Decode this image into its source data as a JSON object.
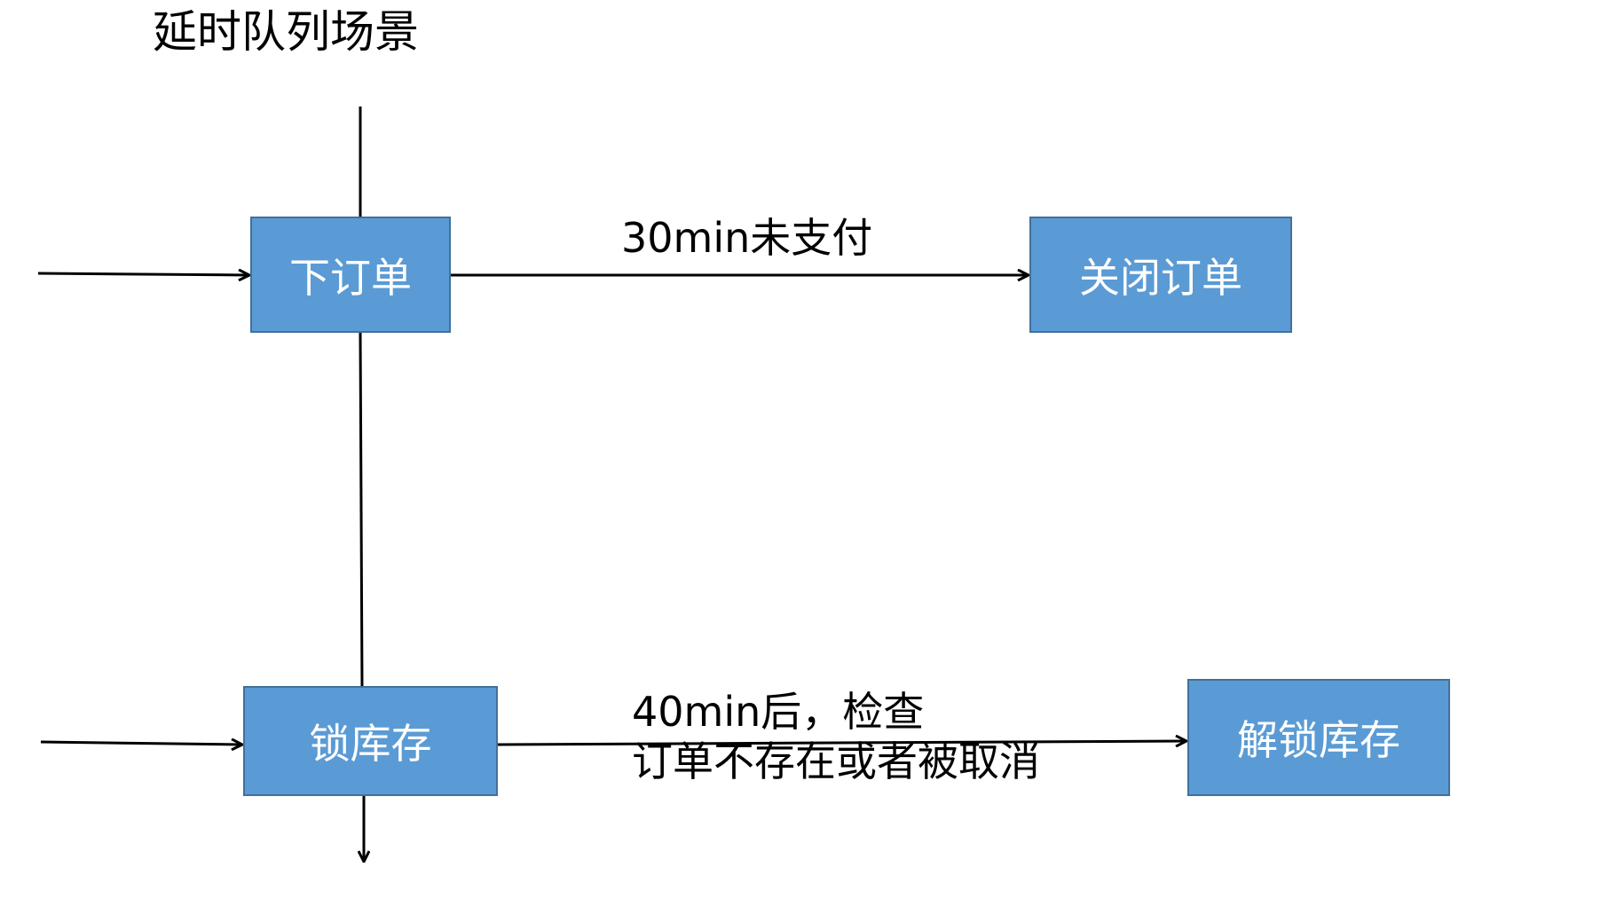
{
  "title": "延时队列场景",
  "nodes": {
    "place_order": "下订单",
    "close_order": "关闭订单",
    "lock_stock": "锁库存",
    "unlock_stock": "解锁库存"
  },
  "edges": {
    "order_to_close": "30min未支付",
    "lock_to_unlock_line1": "40min后，检查",
    "lock_to_unlock_line2": "订单不存在或者被取消"
  },
  "colors": {
    "node_fill": "#5b9bd5",
    "node_border": "#41719c",
    "node_text": "#ffffff",
    "line": "#000000"
  }
}
